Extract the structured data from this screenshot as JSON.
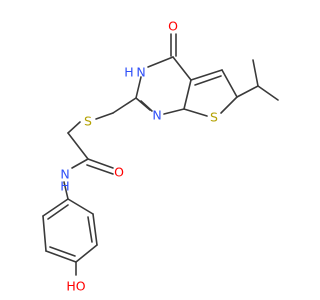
{
  "molecule": {
    "atoms": {
      "o_carbonyl": "O",
      "nh_ring": "H",
      "nh_ring_n": "N",
      "n_ring": "N",
      "s_thiophene": "S",
      "s_thioether": "S",
      "o_amide": "O",
      "nh_amide_n": "N",
      "nh_amide_h": "H",
      "o_hydroxyl": "HO"
    },
    "colors": {
      "bond": "#3a3a3a",
      "oxygen": "#ff0000",
      "nitrogen": "#3050f8",
      "sulfur": "#b3a100"
    }
  }
}
